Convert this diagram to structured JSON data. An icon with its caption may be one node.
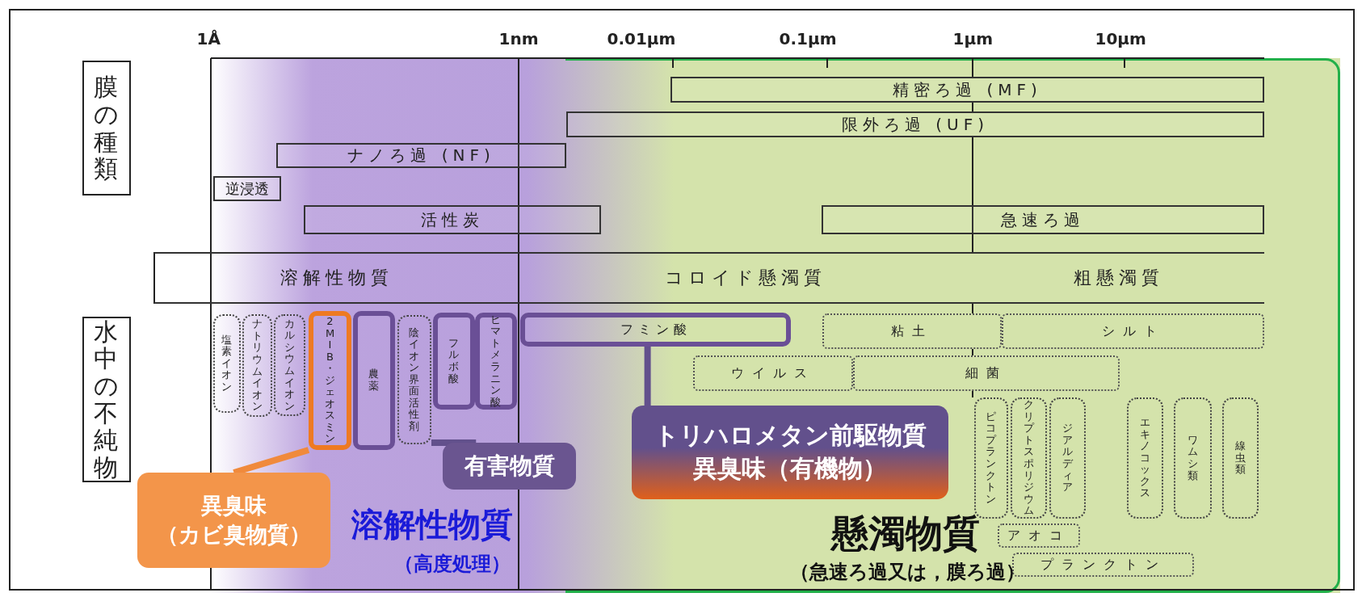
{
  "diagram": {
    "nodes": [
      {
        "text": [
          "膜の種類"
        ]
      },
      {
        "text": [
          "精密ろ過 (MF)"
        ]
      },
      {
        "text": [
          "限外ろ過 (UF)"
        ]
      },
      {
        "text": [
          "ナノろ過 (NF)"
        ]
      },
      {
        "text": [
          "逆浸透"
        ]
      },
      {
        "text": [
          "活性炭"
        ]
      },
      {
        "text": [
          "急速ろ過"
        ]
      },
      {
        "text": [
          "溶解性物質"
        ]
      },
      {
        "text": [
          "コロイド懸濁質"
        ]
      },
      {
        "text": [
          "粗懸濁質"
        ]
      },
      {
        "text": [
          "水中の不純物"
        ]
      },
      {
        "text": [
          "塩素イオン"
        ]
      },
      {
        "text": [
          "ナトリウムイオン"
        ]
      },
      {
        "text": [
          "カルシウムイオン"
        ]
      },
      {
        "text": [
          "2MIB・ジェオスミン"
        ]
      },
      {
        "text": [
          "農薬"
        ]
      },
      {
        "text": [
          "陰イオン界面活性剤"
        ]
      },
      {
        "text": [
          "フルボ酸"
        ]
      },
      {
        "text": [
          "ヒマトメラニン酸"
        ]
      },
      {
        "text": [
          "フミン酸"
        ]
      },
      {
        "text": [
          "粘土"
        ]
      },
      {
        "text": [
          "シルト"
        ]
      },
      {
        "text": [
          "ウイルス"
        ]
      },
      {
        "text": [
          "細菌"
        ]
      },
      {
        "text": [
          "ピコプランクトン"
        ]
      },
      {
        "text": [
          "クリプトスポリジウム"
        ]
      },
      {
        "text": [
          "ジアルディア"
        ]
      },
      {
        "text": [
          "エキノコックス"
        ]
      },
      {
        "text": [
          "ワムシ類"
        ]
      },
      {
        "text": [
          "線虫類"
        ]
      },
      {
        "text": [
          "アオコ"
        ]
      },
      {
        "text": [
          "プランクトン"
        ]
      },
      {
        "text": [
          "有害物質"
        ]
      },
      {
        "text": [
          "トリハロメタン前駆物質",
          "異臭味（有機物）"
        ]
      },
      {
        "text": [
          "異臭味",
          "（カビ臭物質）"
        ]
      }
    ],
    "edges": [
      {
        "from": 34,
        "to": 14,
        "arrow": "none",
        "color": "#f08a3c"
      },
      {
        "from": 32,
        "to": 16,
        "arrow": "none"
      },
      {
        "from": 33,
        "to": 19,
        "arrow": "none"
      }
    ],
    "labels": [
      "1Å",
      "1nm",
      "0.01μm",
      "0.1μm",
      "1μm",
      "10μm",
      "溶解性物質",
      "（高度処理）",
      "懸濁物質",
      "（急速ろ過又は，膜ろ過）"
    ]
  }
}
